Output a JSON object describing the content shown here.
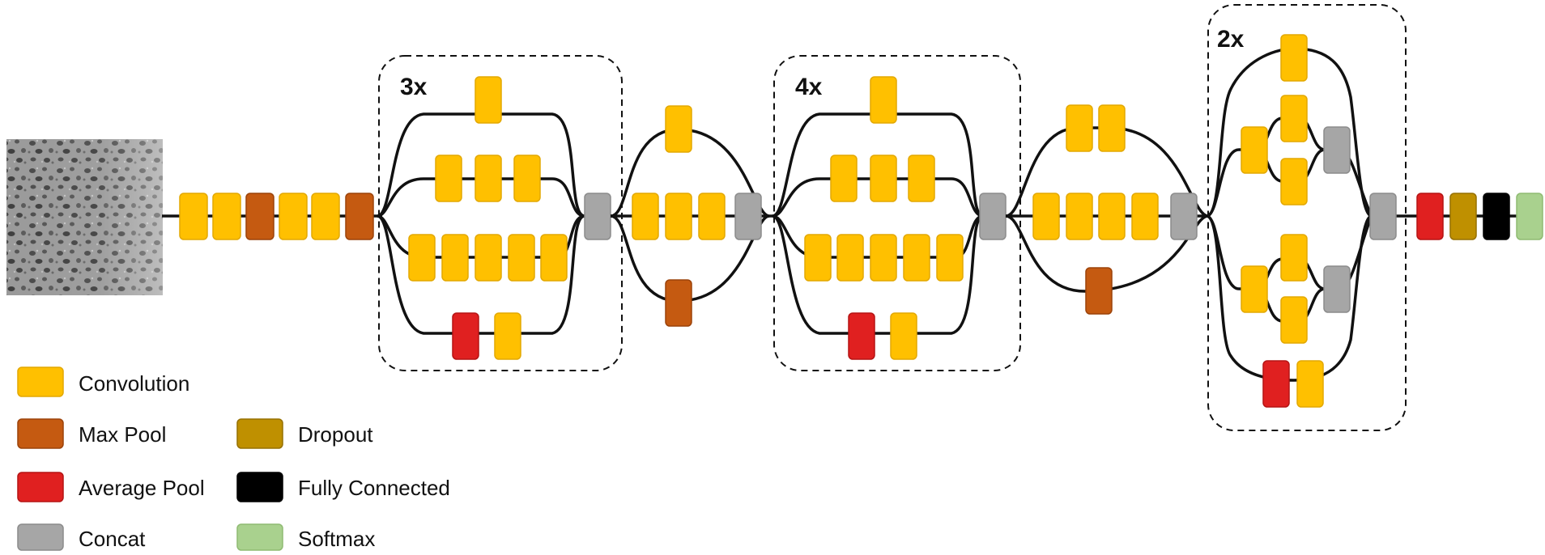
{
  "colors": {
    "convolution": "#FFC000",
    "convolution_stroke": "#E3A800",
    "max_pool": "#C55A11",
    "max_pool_stroke": "#9C430A",
    "average_pool": "#E02020",
    "average_pool_stroke": "#B51414",
    "dropout": "#BF9000",
    "dropout_stroke": "#967000",
    "fully_connected": "#000000",
    "concat": "#A6A6A6",
    "concat_stroke": "#8C8C8C",
    "softmax": "#A9D18E",
    "softmax_stroke": "#8FBB72",
    "wire": "#111111"
  },
  "repeat_labels": {
    "block_a": "3x",
    "block_b": "4x",
    "block_c": "2x"
  },
  "legend": {
    "convolution": "Convolution",
    "max_pool": "Max Pool",
    "average_pool": "Average Pool",
    "concat": "Concat",
    "dropout": "Dropout",
    "fully_connected": "Fully Connected",
    "softmax": "Softmax"
  },
  "input_image": "input-image-grayscale-texture"
}
